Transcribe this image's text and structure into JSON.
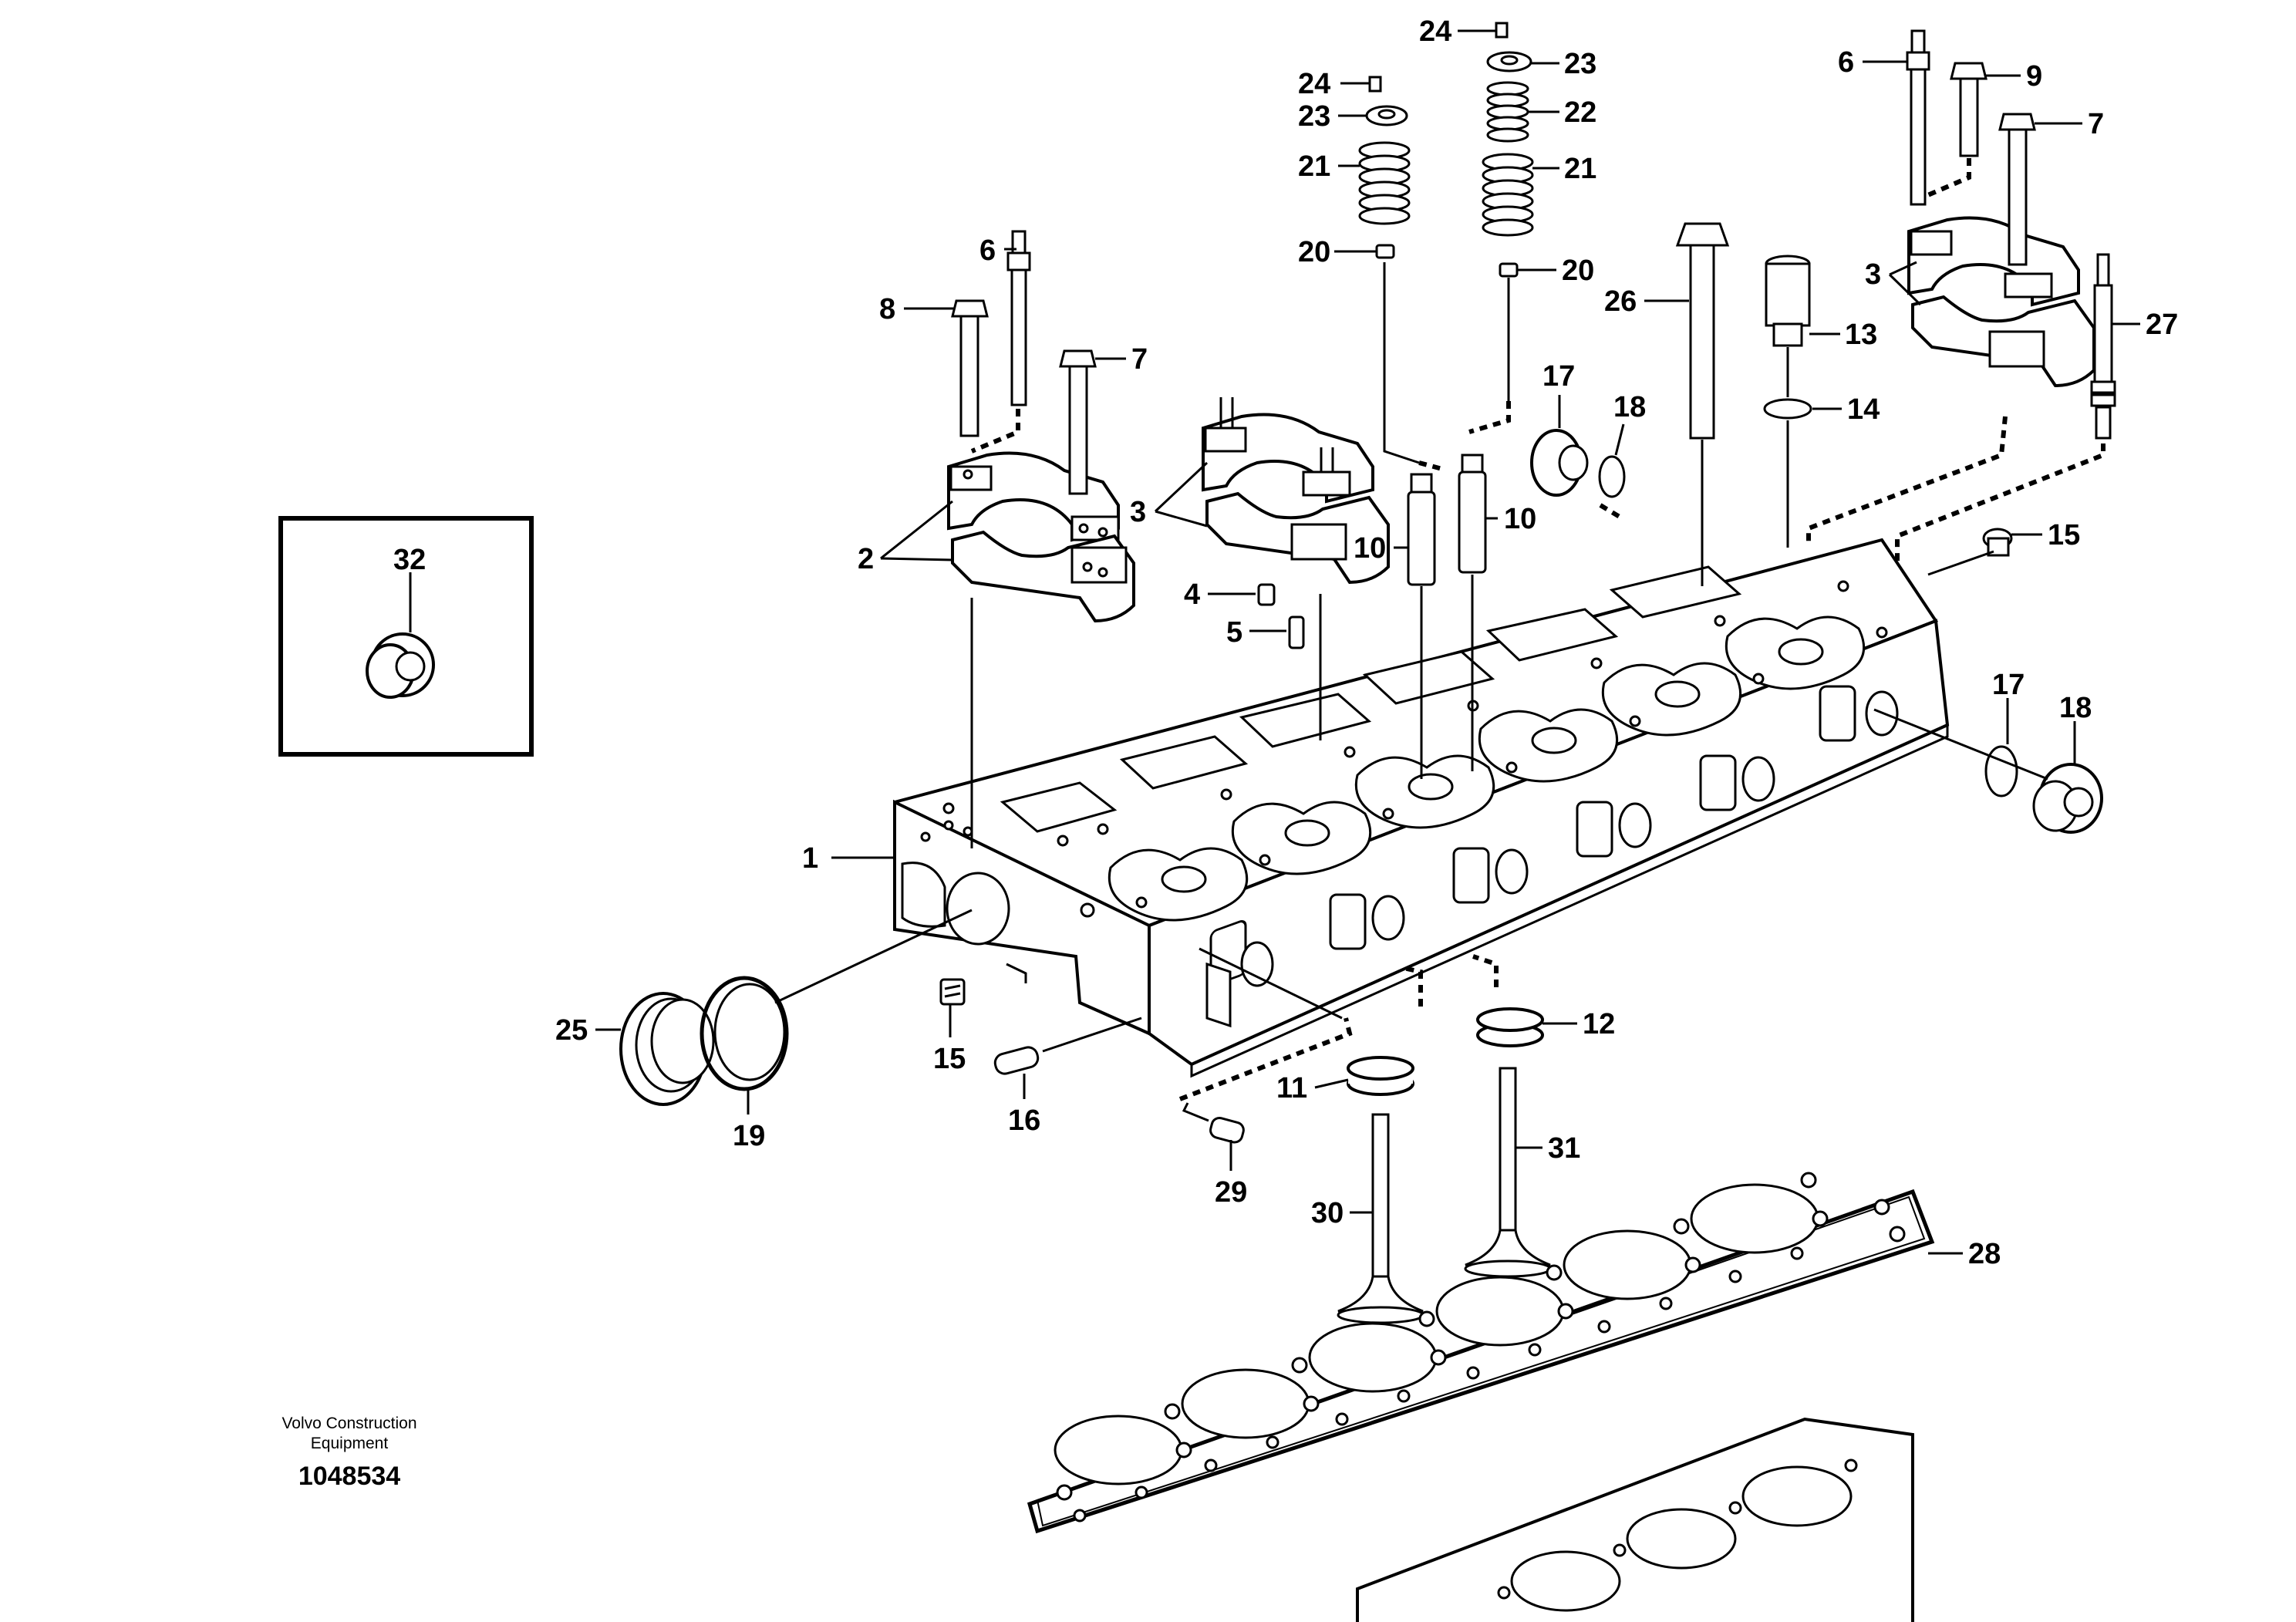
{
  "diagram": {
    "callouts": {
      "c1": "1",
      "c2": "2",
      "c3a": "3",
      "c3b": "3",
      "c4": "4",
      "c5": "5",
      "c6a": "6",
      "c6b": "6",
      "c7a": "7",
      "c7b": "7",
      "c8": "8",
      "c9": "9",
      "c10a": "10",
      "c10b": "10",
      "c11": "11",
      "c12": "12",
      "c13": "13",
      "c14": "14",
      "c15a": "15",
      "c15b": "15",
      "c16": "16",
      "c17a": "17",
      "c17b": "17",
      "c18a": "18",
      "c18b": "18",
      "c19": "19",
      "c20a": "20",
      "c20b": "20",
      "c21a": "21",
      "c21b": "21",
      "c22": "22",
      "c23a": "23",
      "c23b": "23",
      "c24a": "24",
      "c24b": "24",
      "c25": "25",
      "c26": "26",
      "c27": "27",
      "c28": "28",
      "c29": "29",
      "c30": "30",
      "c31": "31",
      "c32": "32"
    },
    "footer": {
      "company_line1": "Volvo Construction",
      "company_line2": "Equipment",
      "document_number": "1048534"
    }
  }
}
